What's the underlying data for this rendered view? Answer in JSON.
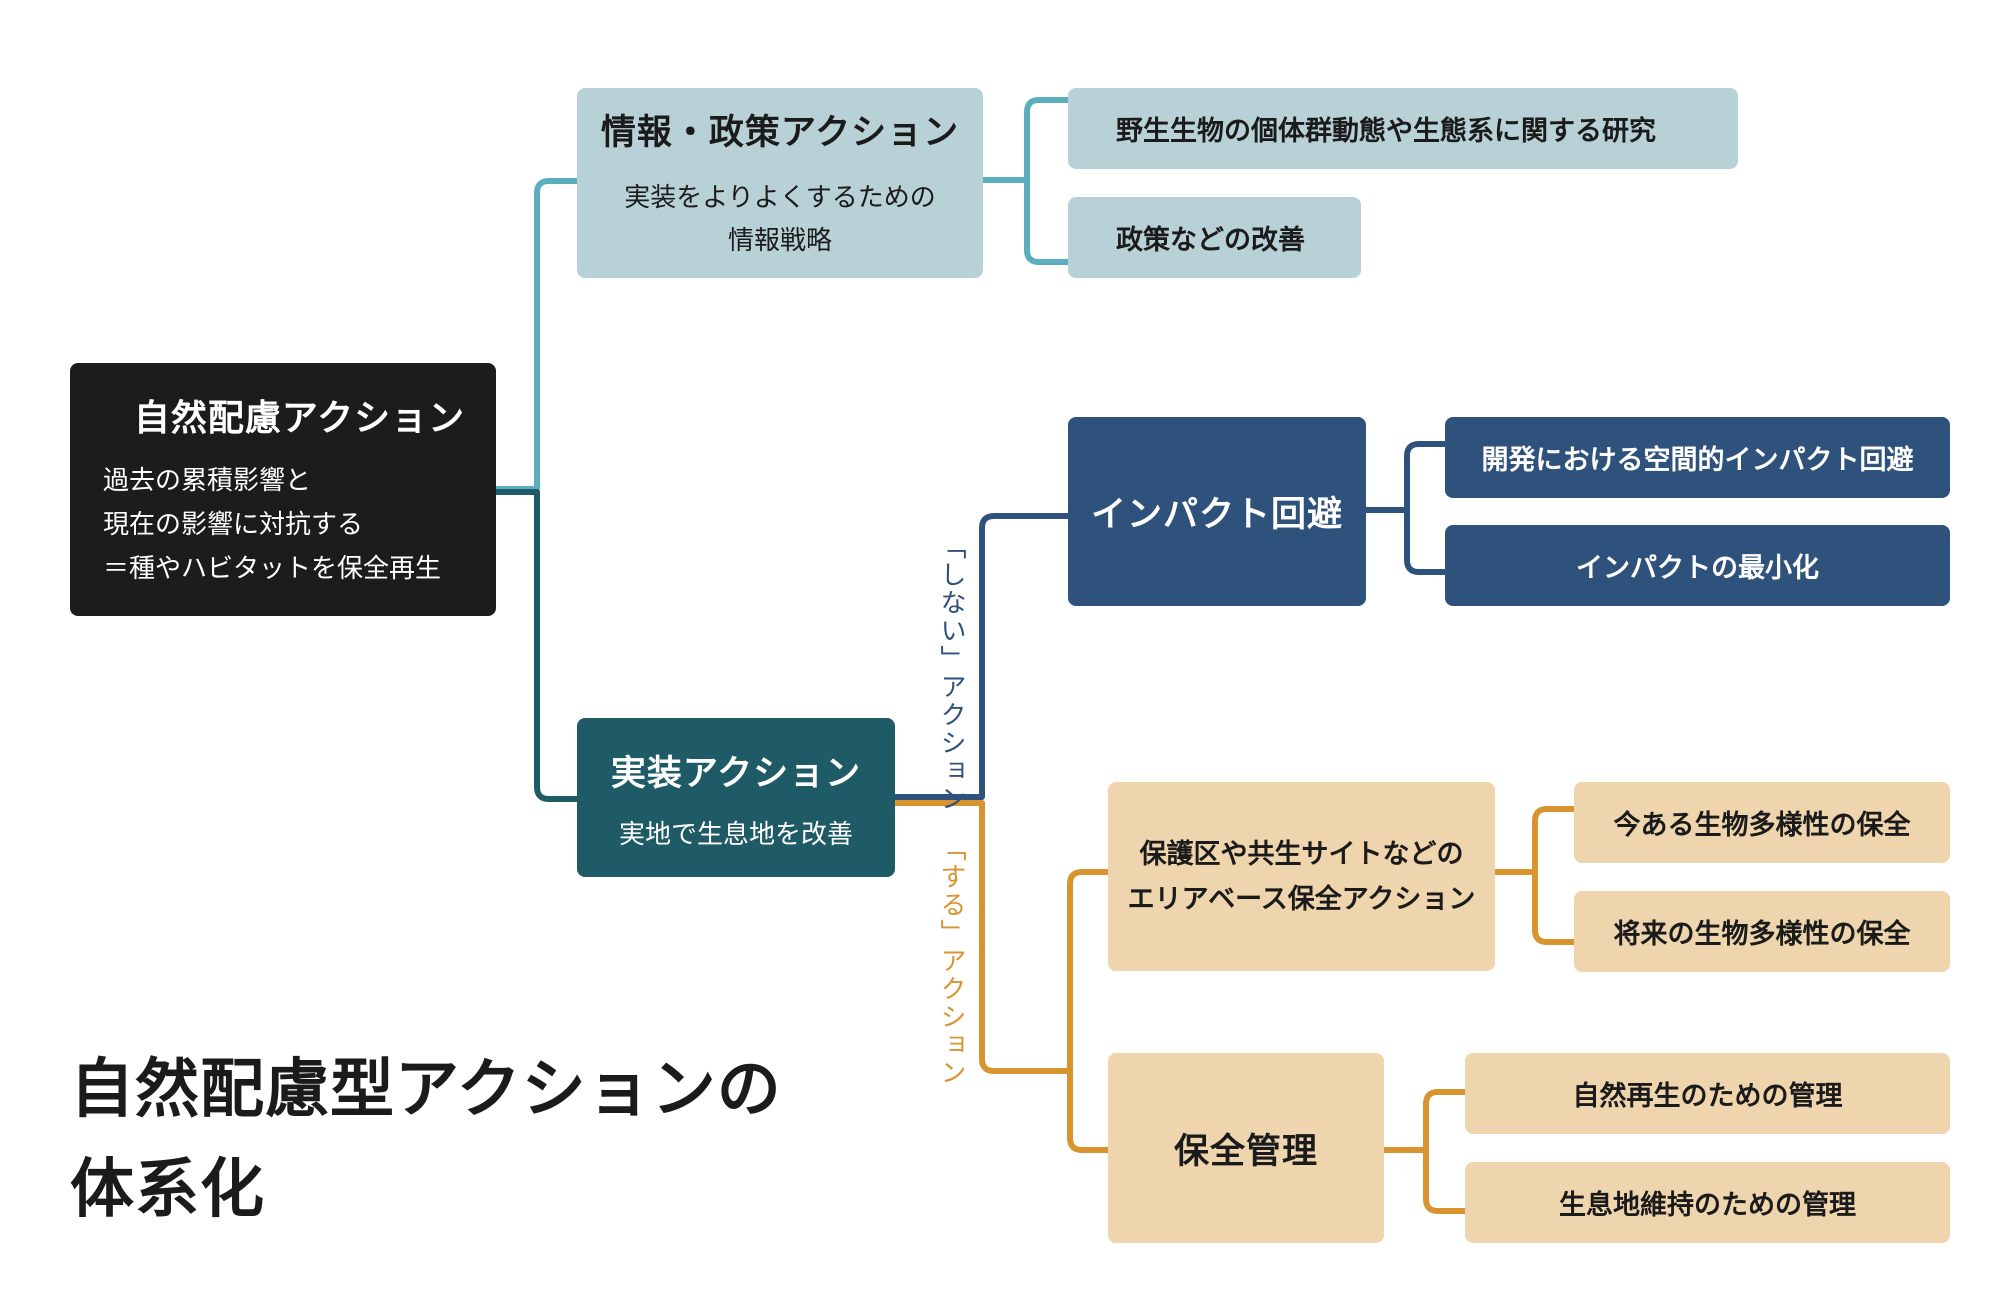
{
  "root": {
    "title": "自然配慮アクション",
    "lines": [
      "過去の累積影響と",
      "現在の影響に対抗する",
      "＝種やハビタットを保全再生"
    ]
  },
  "info": {
    "title": "情報・政策アクション",
    "lines": [
      "実装をよりよくするための",
      "情報戦略"
    ],
    "leaves": [
      "野生生物の個体群動態や生態系に関する研究",
      "政策などの改善"
    ]
  },
  "implementation": {
    "title": "実装アクション",
    "subtitle": "実地で生息地を改善"
  },
  "branch_labels": {
    "shinai": "「しない」アクション",
    "suru": "「する」アクション"
  },
  "impact": {
    "title": "インパクト回避",
    "leaves": [
      "開発における空間的インパクト回避",
      "インパクトの最小化"
    ]
  },
  "area": {
    "lines": [
      "保護区や共生サイトなどの",
      "エリアベース保全アクション"
    ],
    "leaves": [
      "今ある生物多様性の保全",
      "将来の生物多様性の保全"
    ]
  },
  "management": {
    "title": "保全管理",
    "leaves": [
      "自然再生のための管理",
      "生息地維持のための管理"
    ]
  },
  "diagram_title": {
    "lines": [
      "自然配慮型アクションの",
      "体系化"
    ]
  },
  "colors": {
    "root": "#1c1c1c",
    "info": "#b7d1d7",
    "info_line": "#5aaebd",
    "implementation": "#1f5b66",
    "impact": "#2f527c",
    "sand": "#efd5ad",
    "suru_line": "#d8952f"
  }
}
